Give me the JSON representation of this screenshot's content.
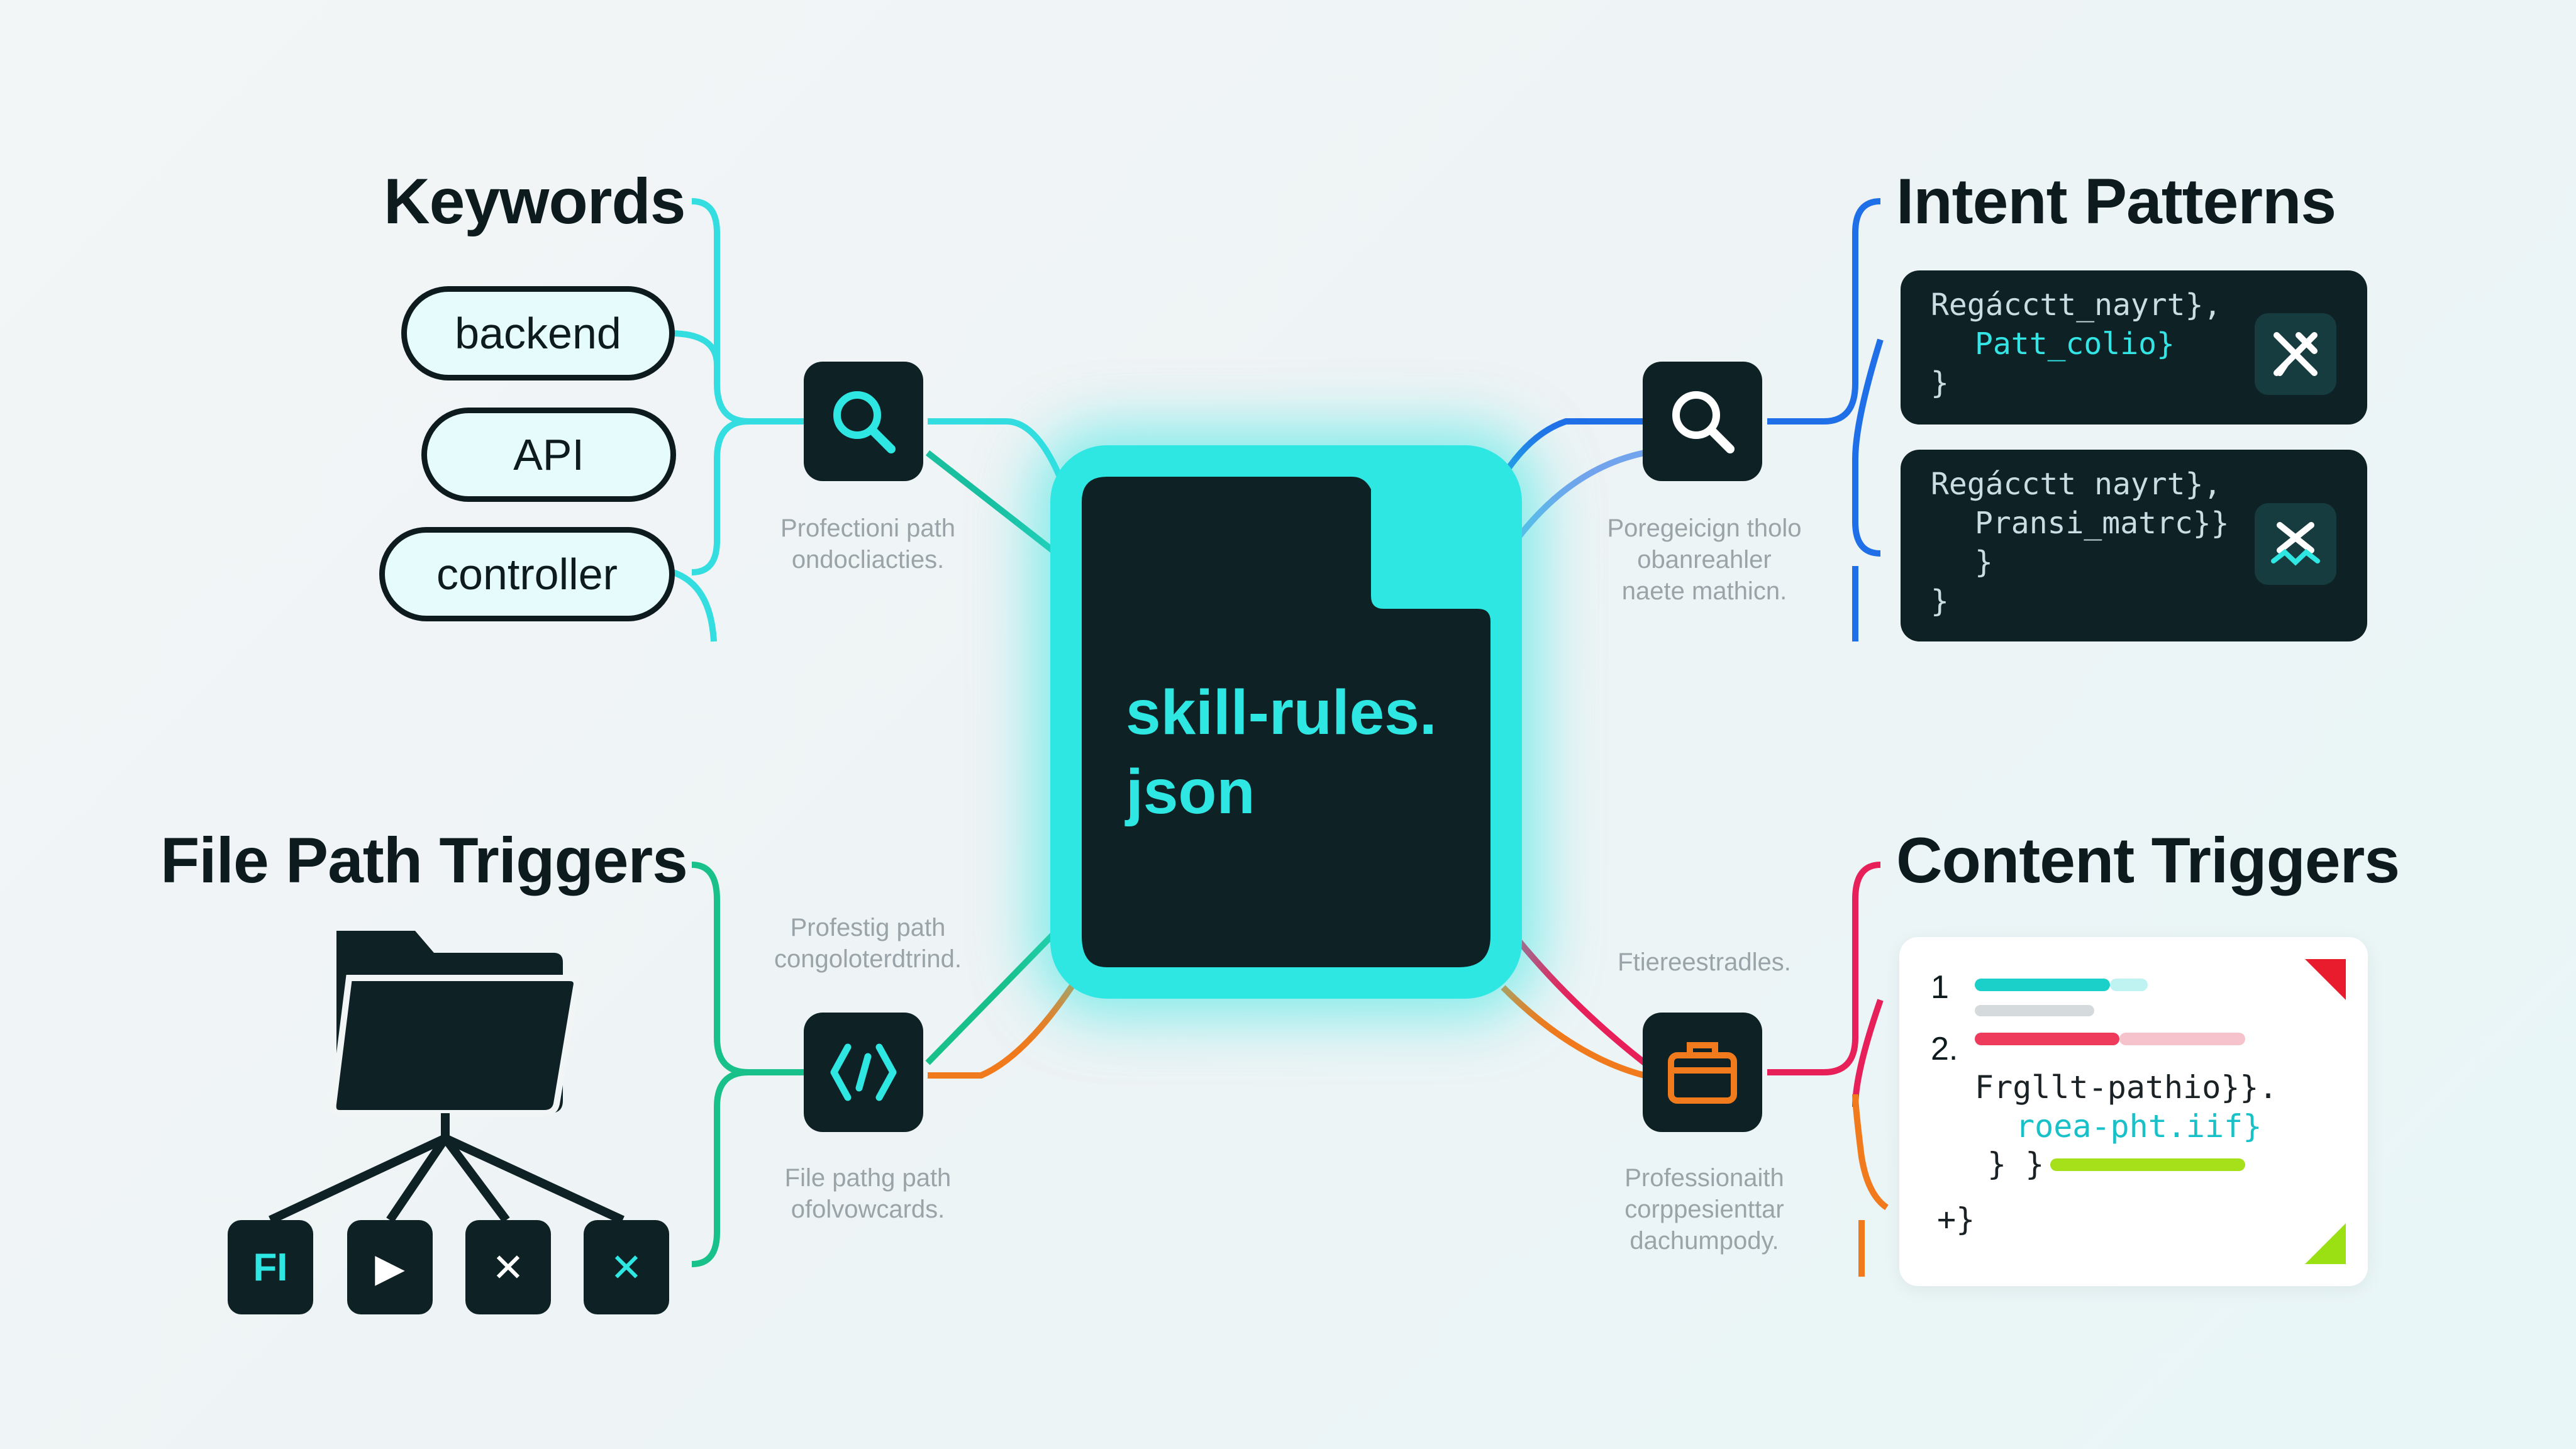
{
  "center": {
    "file_name": "skill-rules.\njson"
  },
  "keywords": {
    "heading": "Keywords",
    "items": [
      "backend",
      "API",
      "controller"
    ],
    "caption": "Profectioni path\nondocliacties."
  },
  "intent_patterns": {
    "heading": "Intent Patterns",
    "caption": "Poregeicign tholo\nobanreahler\nnaete mathicn.",
    "blocks": [
      {
        "line1": "Regácctt_nayrt},",
        "line2": "Patt_colio}",
        "line3": "}"
      },
      {
        "line1": "Regácctt nayrt},",
        "line2": "Pransi_matrc}}",
        "line3": "}",
        "line4": "}"
      }
    ]
  },
  "file_path_triggers": {
    "heading": "File Path Triggers",
    "caption_top": "Profestig path\ncongoloterdtrind.",
    "caption_bottom": "File pathg path\nofolvowcards.",
    "leaves": [
      "FI",
      "▶",
      "✕",
      "✕"
    ]
  },
  "content_triggers": {
    "heading": "Content Triggers",
    "caption_top": "Ftiereestradles.",
    "caption_bottom": "Professionaith\ncorppesienttar\ndachumpody.",
    "card": {
      "n1": "1",
      "n2": "2.",
      "code1": "Frgllt-pathio}}.",
      "code2": "roea-pht.iif}",
      "code3": "} }",
      "code4": "+}"
    }
  },
  "colors": {
    "accent_cyan": "#2ee6e2",
    "keywords_line": "#33dde0",
    "intent_line": "#1f6fe8",
    "file_line": "#18c08a",
    "content_line_red": "#e8205a",
    "content_line_orange": "#f07a1c",
    "node_bg": "#0e2226"
  }
}
